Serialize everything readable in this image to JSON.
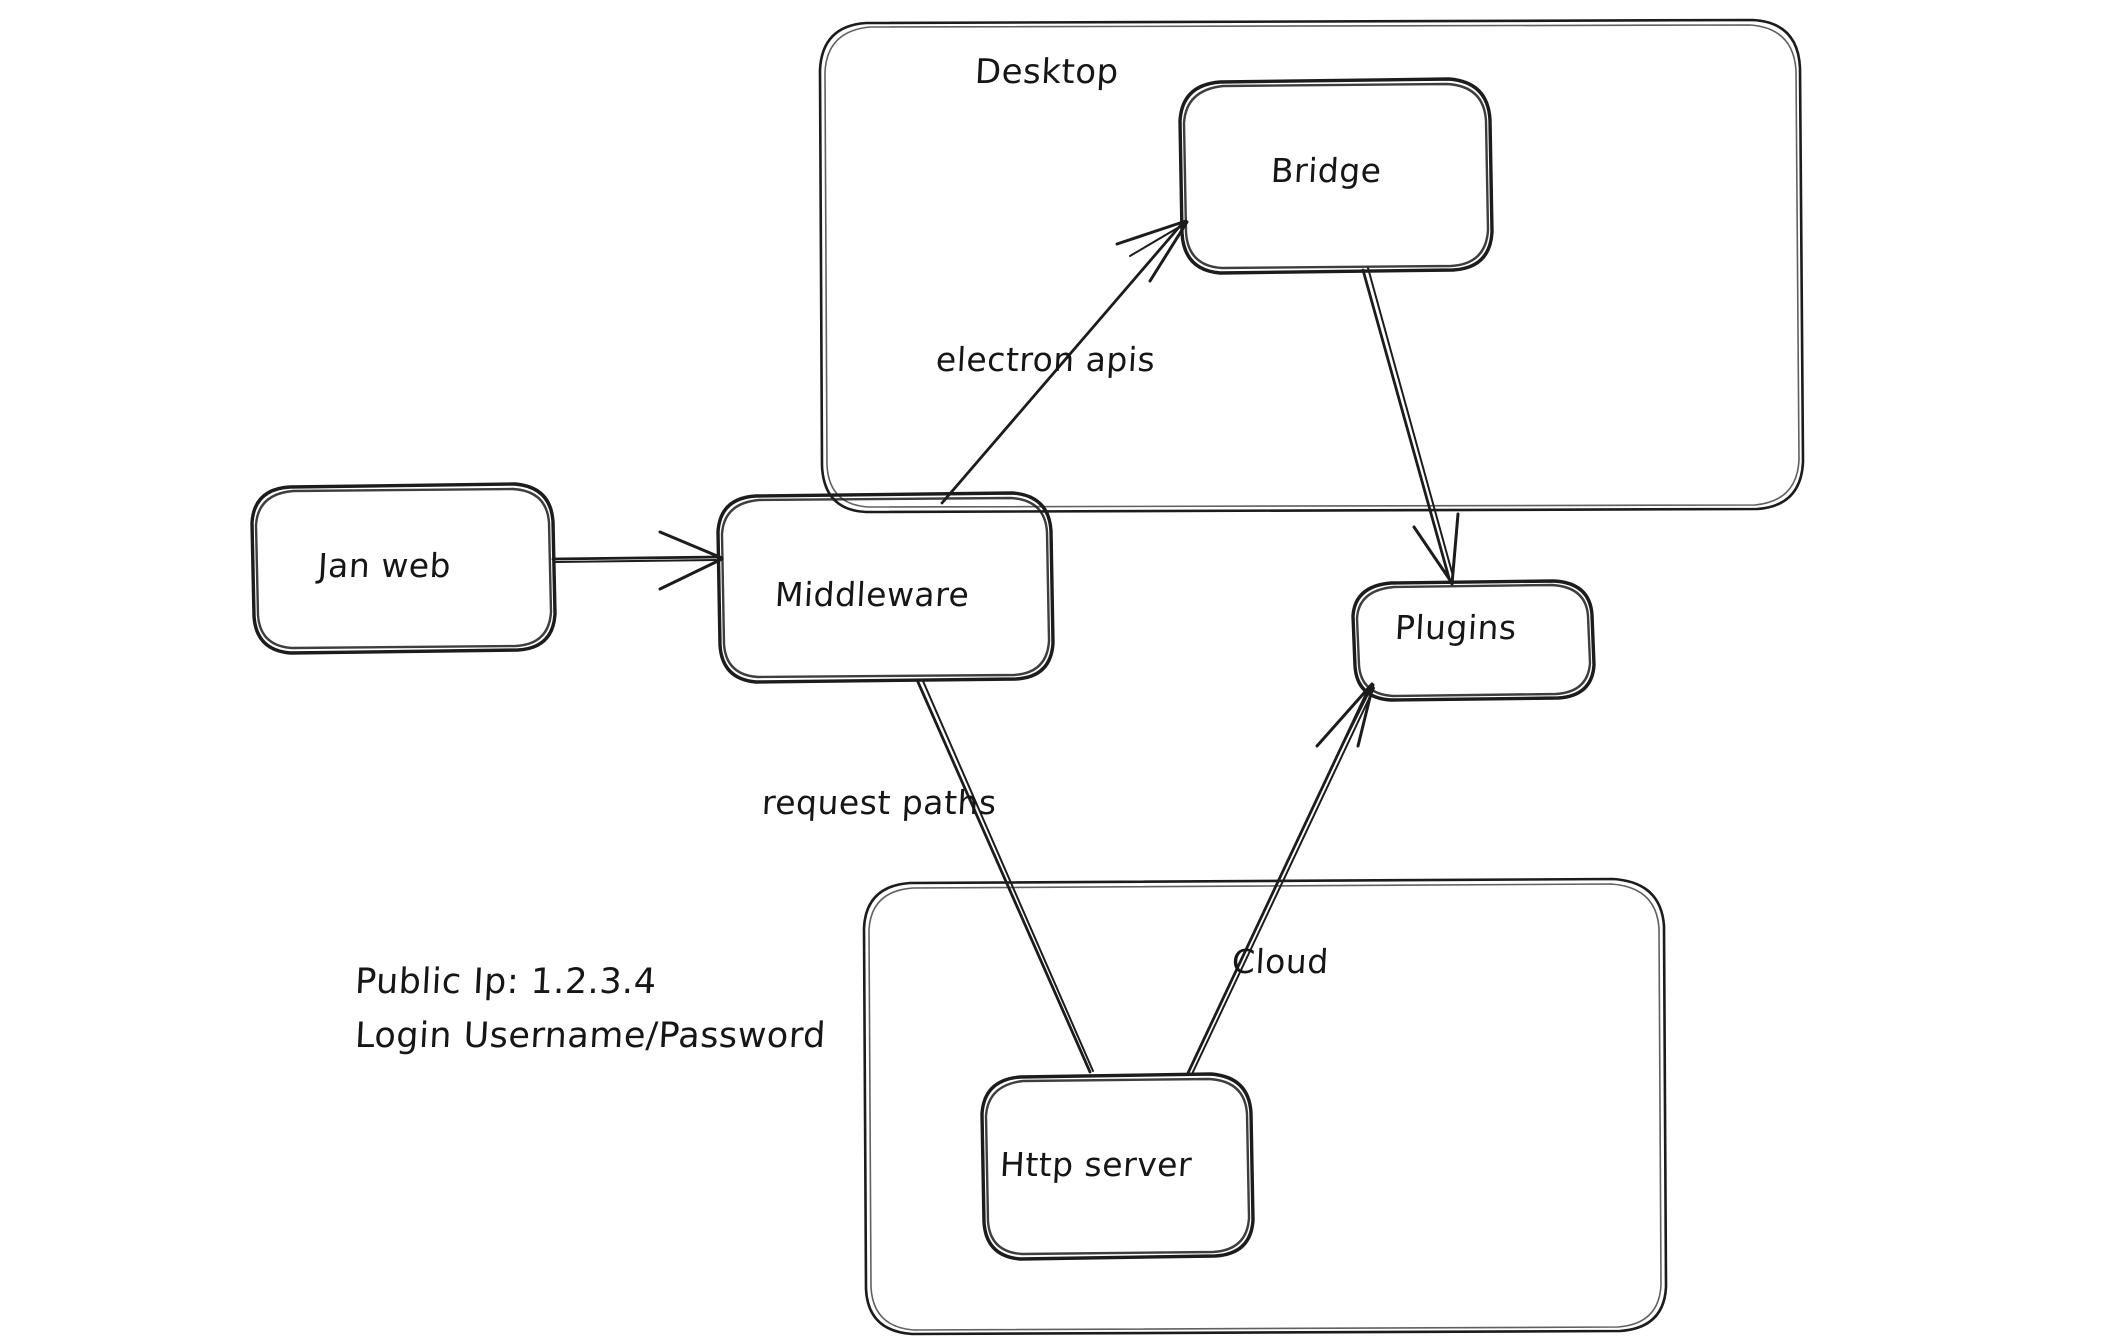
{
  "diagram": {
    "title": "Jan architecture sketch",
    "style": "hand-drawn whiteboard",
    "background_color": "#ffffff",
    "ink_color": "#1c1c1c"
  },
  "groups": [
    {
      "id": "desktop",
      "label": "Desktop"
    },
    {
      "id": "cloud_group",
      "label": ""
    }
  ],
  "nodes": [
    {
      "id": "jan_web",
      "label": "Jan web"
    },
    {
      "id": "middleware",
      "label": "Middleware"
    },
    {
      "id": "bridge",
      "label": "Bridge"
    },
    {
      "id": "plugins",
      "label": "Plugins"
    },
    {
      "id": "http_server",
      "label": "Http server"
    }
  ],
  "edges": [
    {
      "id": "e_janweb_middleware",
      "from": "Jan web",
      "to": "Middleware",
      "label": "",
      "arrow": true
    },
    {
      "id": "e_middleware_bridge",
      "from": "Middleware",
      "to": "Bridge",
      "label": "electron apis",
      "arrow": true
    },
    {
      "id": "e_bridge_plugins",
      "from": "Bridge",
      "to": "Plugins",
      "label": "",
      "arrow": true
    },
    {
      "id": "e_middleware_http",
      "from": "Middleware",
      "to": "Http server",
      "label": "request paths",
      "arrow": false
    },
    {
      "id": "e_http_plugins",
      "from": "Http server",
      "to": "Plugins",
      "label": "Cloud",
      "arrow": true
    }
  ],
  "notes": {
    "public_ip_line": "Public Ip: 1.2.3.4",
    "login_line": "Login Username/Password"
  }
}
